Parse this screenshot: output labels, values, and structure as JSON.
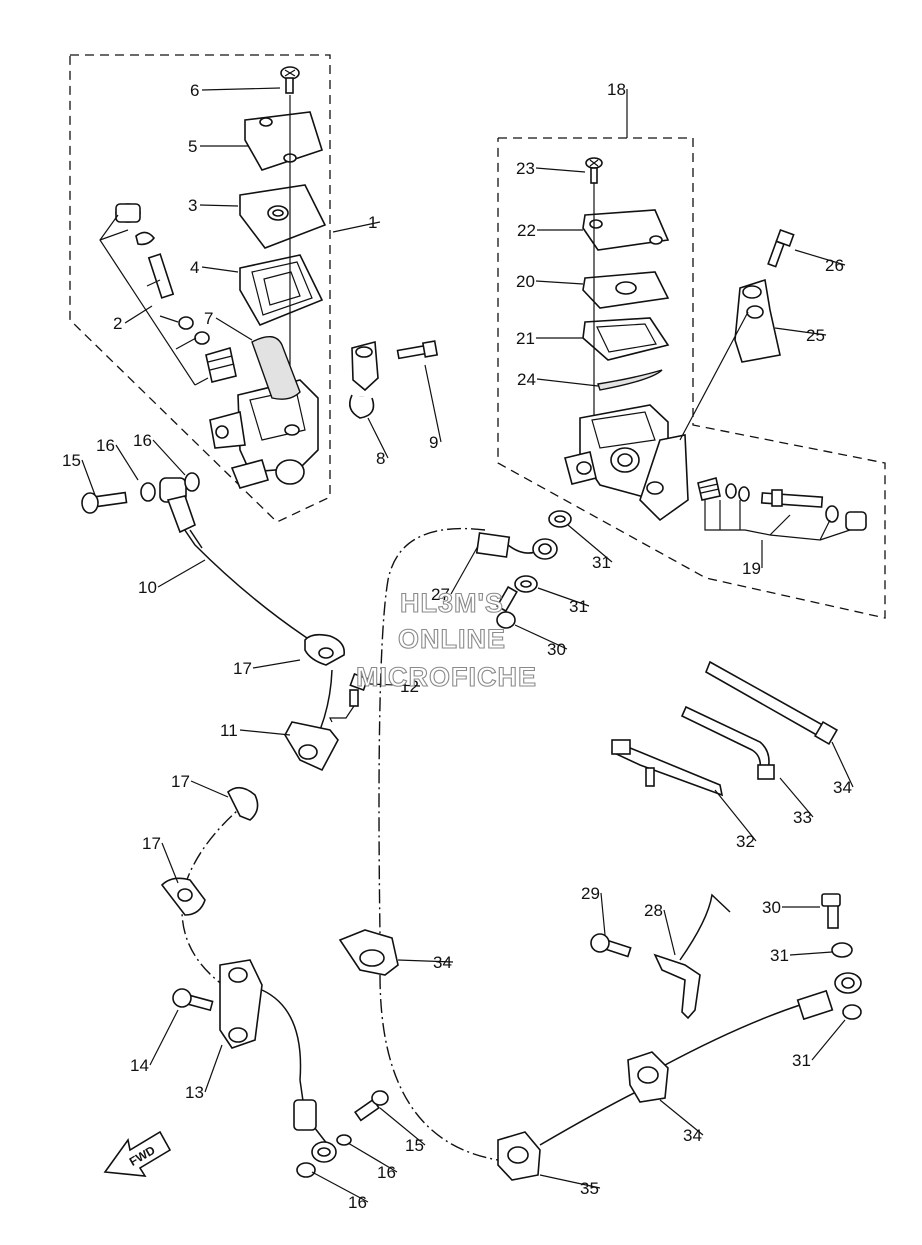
{
  "diagram": {
    "watermark": [
      "HL3M'S",
      "ONLINE",
      "MICROFICHE"
    ],
    "fwd_label": "FWD",
    "callouts": [
      "1",
      "2",
      "3",
      "4",
      "5",
      "6",
      "7",
      "8",
      "9",
      "10",
      "11",
      "12",
      "13",
      "14",
      "15",
      "15",
      "16",
      "16",
      "16",
      "16",
      "17",
      "17",
      "17",
      "18",
      "19",
      "20",
      "21",
      "22",
      "23",
      "24",
      "25",
      "26",
      "27",
      "28",
      "29",
      "30",
      "30",
      "31",
      "31",
      "31",
      "31",
      "32",
      "33",
      "34",
      "34",
      "34",
      "35"
    ]
  }
}
